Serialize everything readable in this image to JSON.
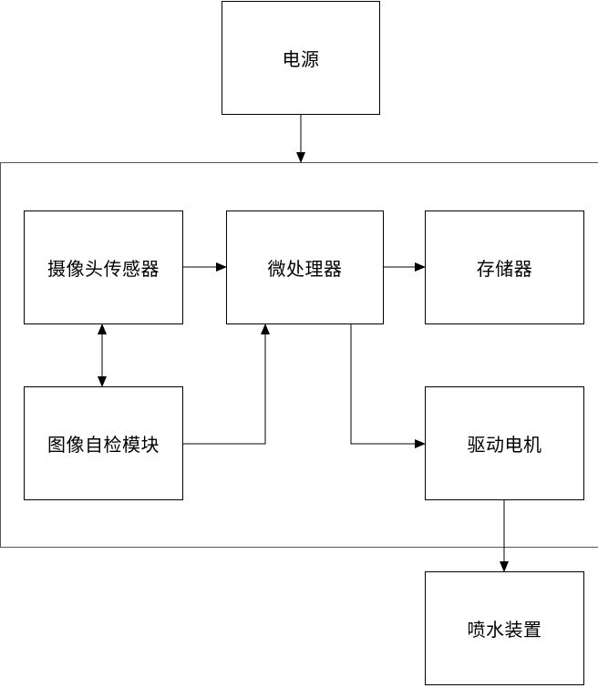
{
  "diagram": {
    "nodes": {
      "power": "电源",
      "camera_sensor": "摄像头传感器",
      "microprocessor": "微处理器",
      "storage": "存储器",
      "image_self_test": "图像自检模块",
      "drive_motor": "驱动电机",
      "water_sprayer": "喷水装置"
    },
    "edges": [
      {
        "from": "power",
        "to": "main_unit",
        "direction": "forward"
      },
      {
        "from": "camera_sensor",
        "to": "microprocessor",
        "direction": "forward"
      },
      {
        "from": "microprocessor",
        "to": "storage",
        "direction": "forward"
      },
      {
        "from": "camera_sensor",
        "to": "image_self_test",
        "direction": "bidirectional"
      },
      {
        "from": "image_self_test",
        "to": "microprocessor",
        "direction": "forward"
      },
      {
        "from": "microprocessor",
        "to": "drive_motor",
        "direction": "forward"
      },
      {
        "from": "drive_motor",
        "to": "water_sprayer",
        "direction": "forward"
      }
    ],
    "colors": {
      "stroke": "#000000",
      "group_frame": "#555555",
      "background": "#ffffff"
    }
  }
}
